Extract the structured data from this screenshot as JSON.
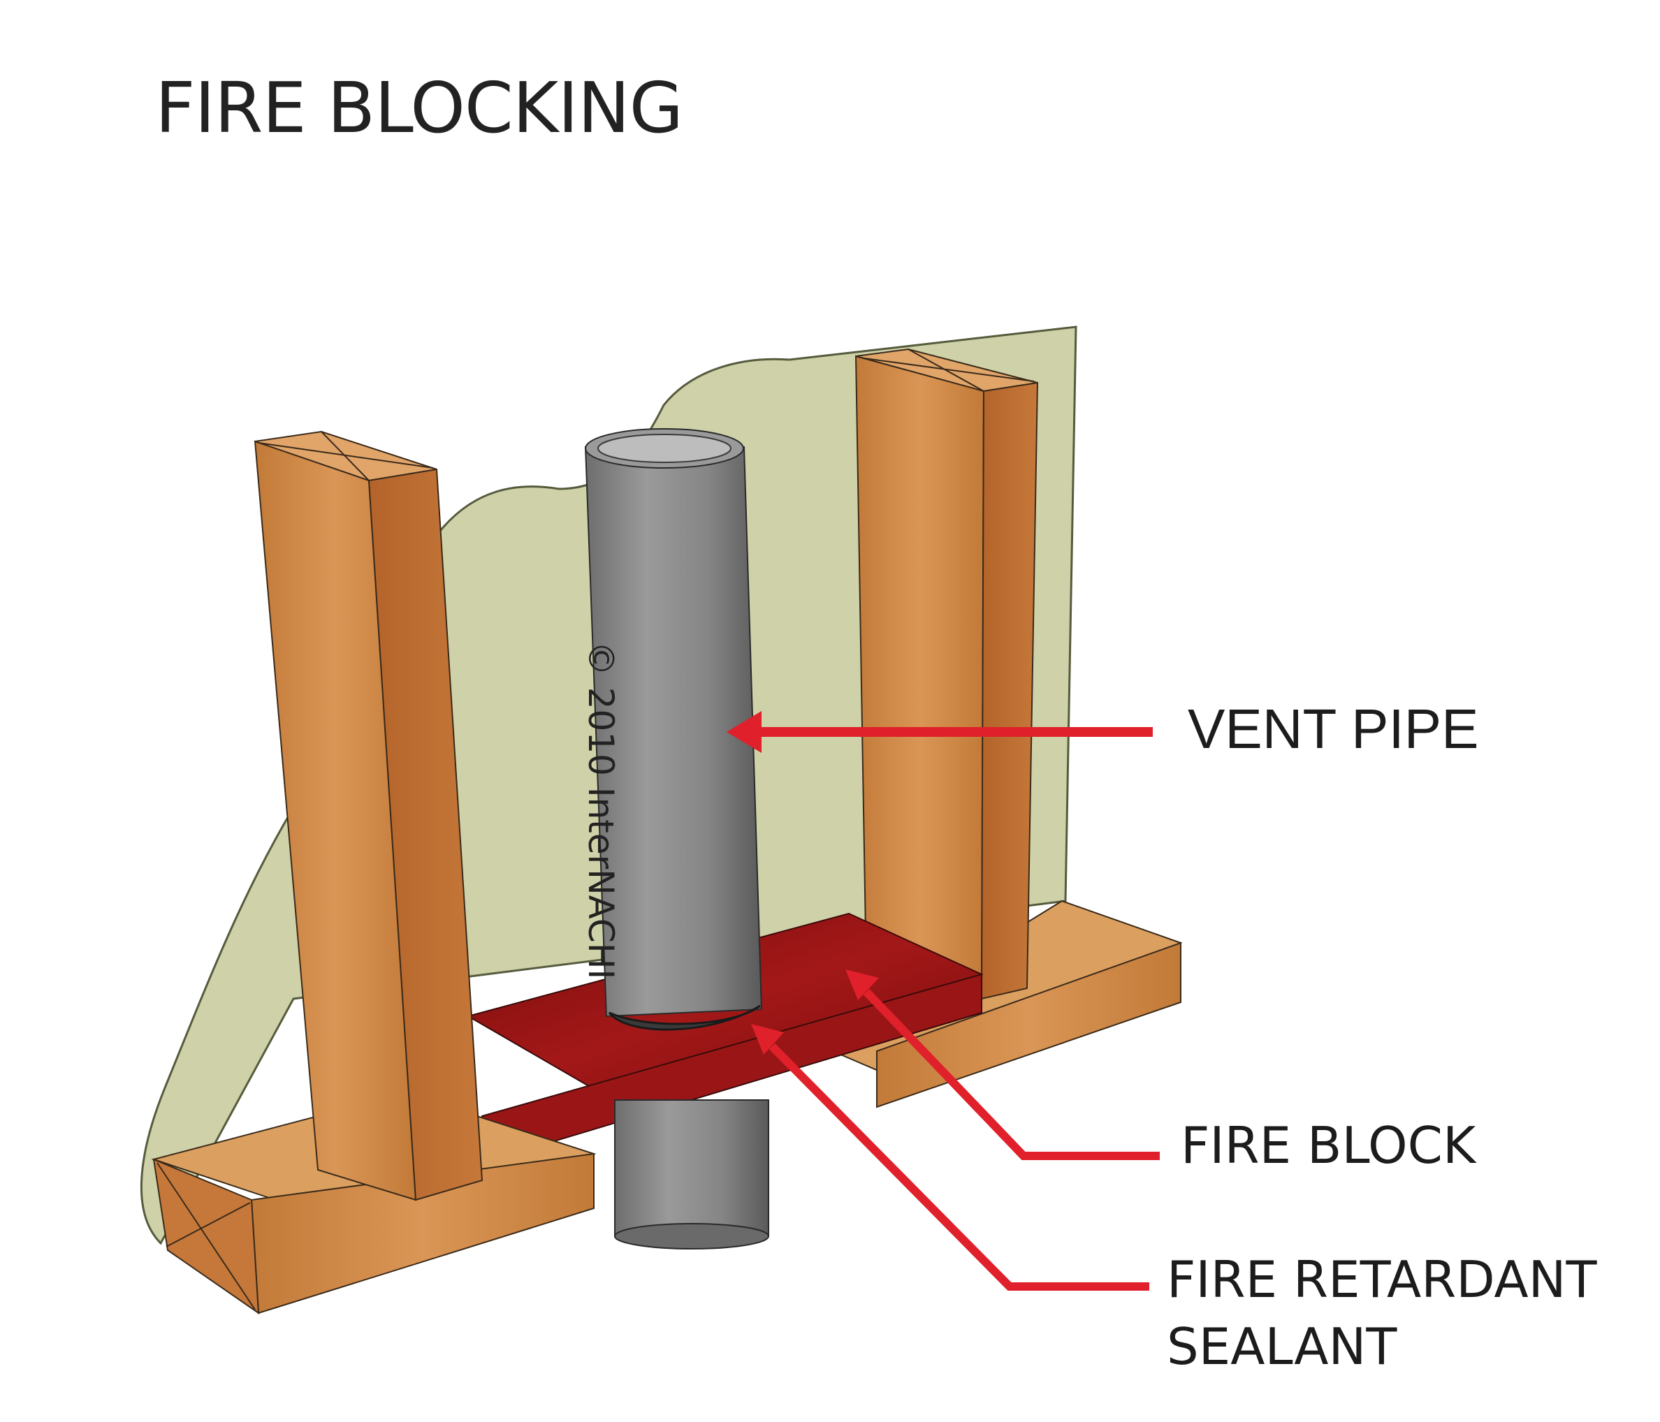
{
  "title": "FIRE BLOCKING",
  "labels": {
    "vent_pipe": "VENT PIPE",
    "fire_block": "FIRE BLOCK",
    "sealant_line1": "FIRE RETARDANT",
    "sealant_line2": "SEALANT"
  },
  "watermark": "© 2010  InterNACHI",
  "colors": {
    "wall_panel": "#cfd1a8",
    "wood_front": "#d08a46",
    "wood_side": "#b8692c",
    "wood_top": "#e1a56a",
    "fire_block": "#8a1010",
    "pipe": "#8c8c8c",
    "arrow": "#e0202a"
  }
}
